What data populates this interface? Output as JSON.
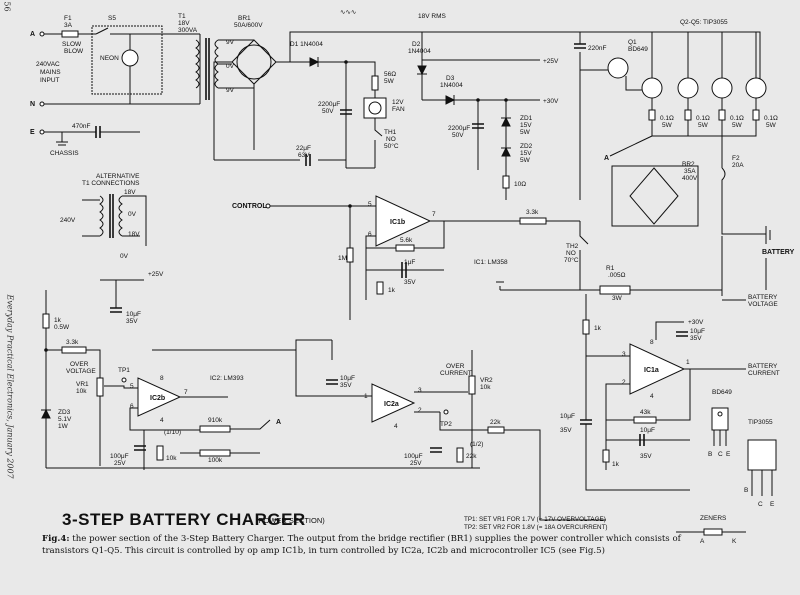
{
  "page_number": "56",
  "side_text": "Everyday Practical Electronics, January 2007",
  "title": "3-STEP BATTERY CHARGER",
  "subtitle": "(POWER SECTION)",
  "caption": {
    "fig": "Fig.4:",
    "text": " the power section of the 3-Step Battery Charger. The output from the bridge rectifier (BR1) supplies the power controller which consists of transistors Q1-Q5. This circuit is controlled by op amp IC1b, in turn controlled by IC2a, IC2b and microcontroller IC5 (see Fig.5)"
  },
  "notes": [
    "TP1: SET VR1 FOR 1.7V (= 17V OVERVOLTAGE)",
    "TP2: SET VR2 FOR 1.8V (= 18A OVERCURRENT)"
  ],
  "labels": {
    "A": "A",
    "N": "N",
    "E": "E",
    "mains_input": [
      "240VAC",
      "MAINS",
      "INPUT"
    ],
    "f1": [
      "F1",
      "3A"
    ],
    "slow_blow": [
      "SLOW",
      "BLOW"
    ],
    "s5": "S5",
    "neon": "NEON",
    "t1": [
      "T1",
      "18V",
      "300VA"
    ],
    "tap_9v_a": "9V",
    "tap_0v": "0V",
    "tap_9v_b": "9V",
    "br1": [
      "BR1",
      "50A/600V"
    ],
    "rms": "18V RMS",
    "d1": "D1 1N4004",
    "d2": [
      "D2",
      "1N4004"
    ],
    "d3": [
      "D3",
      "1N4004"
    ],
    "r56": [
      "56Ω",
      "5W"
    ],
    "fan": [
      "12V",
      "FAN"
    ],
    "th1": [
      "TH1",
      "NO",
      "50°C"
    ],
    "c2200a": [
      "2200μF",
      "50V"
    ],
    "c22u": [
      "22μF",
      "63V"
    ],
    "c2200b": [
      "2200μF",
      "50V"
    ],
    "v25": "+25V",
    "v30": "+30V",
    "zd1": [
      "ZD1",
      "15V",
      "5W"
    ],
    "zd2": [
      "ZD2",
      "15V",
      "5W"
    ],
    "r10": "10Ω",
    "c220n": "220nF",
    "q1": [
      "Q1",
      "BD649"
    ],
    "q25": "Q2-Q5: TIP3055",
    "re": [
      "0.1Ω",
      "5W"
    ],
    "br2": [
      "BR2",
      "35A",
      "400V"
    ],
    "f2": [
      "F2",
      "20A"
    ],
    "battery": "BATTERY",
    "c470n": "470nF",
    "chassis": "CHASSIS",
    "alt_t1": [
      "ALTERNATIVE",
      "T1 CONNECTIONS"
    ],
    "alt_18v": "18V",
    "alt_0v": "0V",
    "alt_240v": "240V",
    "control": "CONTROL",
    "ic1b": "IC1b",
    "r1m": "1M",
    "r56k": "5.6k",
    "c1u": [
      "1μF",
      "35V"
    ],
    "r1k_a": "1k",
    "r33k_a": "3.3k",
    "th2": [
      "TH2",
      "NO",
      "70°C"
    ],
    "ic1": "IC1: LM358",
    "r1": [
      "R1",
      ".005Ω",
      "3W"
    ],
    "batt_volt": [
      "BATTERY",
      "VOLTAGE"
    ],
    "batt_curr": [
      "BATTERY",
      "CURRENT"
    ],
    "r1k_b": "1k",
    "c10u_a": [
      "10μF",
      "35V"
    ],
    "ic1a": "IC1a",
    "r43k": "43k",
    "c10u_b": [
      "10μF",
      "35V"
    ],
    "c10u_c": [
      "10μF",
      "35V"
    ],
    "r1k_c": "1k",
    "bd649": "BD649",
    "tip3055": "TIP3055",
    "zeners": "ZENERS",
    "r1k_d": [
      "1k",
      "0.5W"
    ],
    "r33k_b": "3.3k",
    "over_voltage": [
      "OVER",
      "VOLTAGE"
    ],
    "vr1": [
      "VR1",
      "10k"
    ],
    "tp1": "TP1",
    "zd3": [
      "ZD3",
      "5.1V",
      "1W"
    ],
    "ic2b": "IC2b",
    "ic2": "IC2: LM393",
    "c10u_d": [
      "10μF",
      "35V"
    ],
    "ic2a": "IC2a",
    "over_current": [
      "OVER",
      "CURRENT"
    ],
    "vr2": [
      "VR2",
      "10k"
    ],
    "tp2": "TP2",
    "r22k_a": "22k",
    "r22k_b": "22k",
    "half": "(1/2)",
    "tenth": "(1/10)",
    "r910k": "910k",
    "r100k": "100k",
    "c100u_a": [
      "100μF",
      "25V"
    ],
    "c100u_b": [
      "100μF",
      "25V"
    ],
    "r10k": "10k",
    "c10u_e": [
      "10μF",
      "35V"
    ],
    "v25b": "+25V"
  }
}
